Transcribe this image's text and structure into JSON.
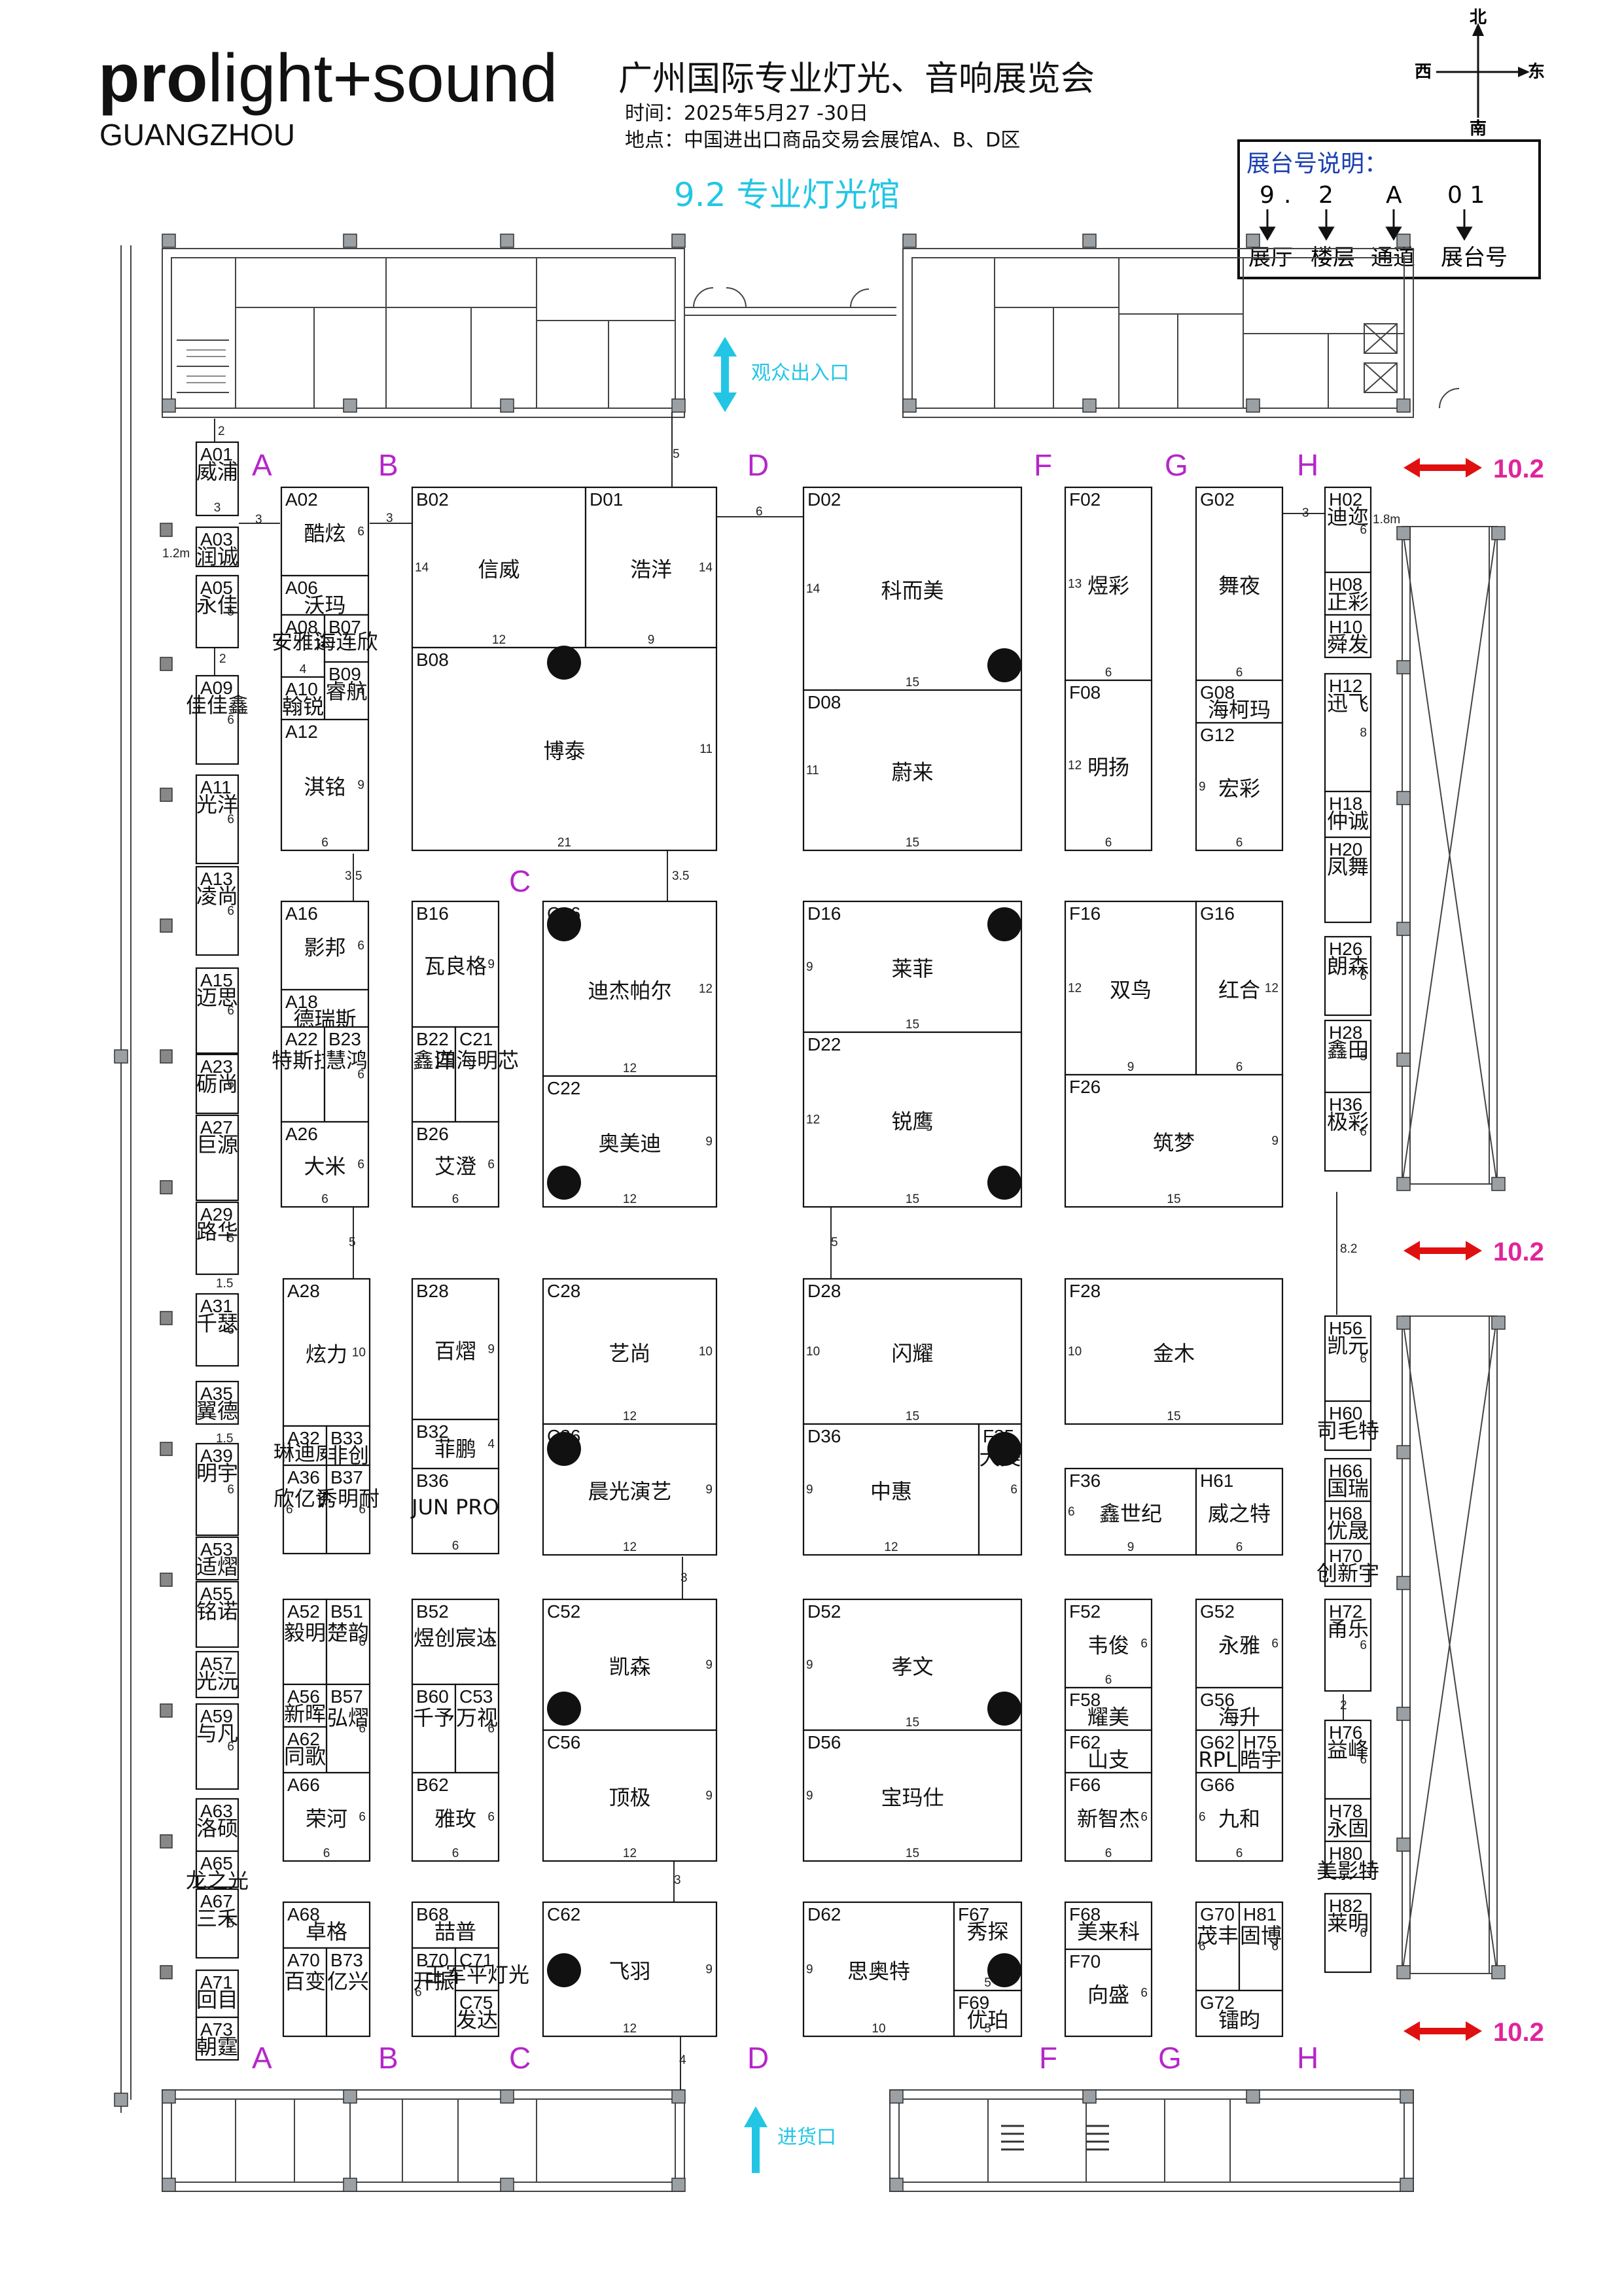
{
  "header": {
    "brand_bold": "pro",
    "brand_rest": "light+sound",
    "brand_city": "GUANGZHOU",
    "title": "广州国际专业灯光、音响展览会",
    "time_line": "时间：2025年5月27 -30日",
    "place_line": "地点：中国进出口商品交易会展馆A、B、D区"
  },
  "hall_title": "9.2 专业灯光馆",
  "compass": {
    "north": "北",
    "south": "南",
    "west": "西",
    "east": "东"
  },
  "legend": {
    "title": "展台号说明：",
    "codes": [
      "9",
      ".",
      "2",
      "A",
      "0 1"
    ],
    "labels": [
      "展厅",
      "楼层",
      "通道",
      "展台号"
    ]
  },
  "entrances": {
    "visitor": "观众出入口",
    "goods": "进货口"
  },
  "links": {
    "to_hall": "10.2"
  },
  "aisles": [
    "A",
    "B",
    "C",
    "D",
    "F",
    "G",
    "H"
  ],
  "colors": {
    "accent_cyan": "#22c6e4",
    "aisle_purple": "#b526c9",
    "link_magenta": "#e0249c",
    "arrow_red": "#e01010"
  },
  "booths": [
    {
      "id": "A01",
      "name": "威浦"
    },
    {
      "id": "A03",
      "name": "润诚"
    },
    {
      "id": "A05",
      "name": "永佳"
    },
    {
      "id": "A09",
      "name": "佳佳鑫"
    },
    {
      "id": "A11",
      "name": "光洋"
    },
    {
      "id": "A13",
      "name": "凌尚"
    },
    {
      "id": "A15",
      "name": "迈思"
    },
    {
      "id": "A23",
      "name": "砺尚"
    },
    {
      "id": "A27",
      "name": "巨源"
    },
    {
      "id": "A29",
      "name": "路华"
    },
    {
      "id": "A31",
      "name": "千瑟"
    },
    {
      "id": "A35",
      "name": "翼德"
    },
    {
      "id": "A39",
      "name": "明宇"
    },
    {
      "id": "A53",
      "name": "适熠"
    },
    {
      "id": "A55",
      "name": "铭诺"
    },
    {
      "id": "A57",
      "name": "光沅"
    },
    {
      "id": "A59",
      "name": "与凡"
    },
    {
      "id": "A63",
      "name": "洛硕"
    },
    {
      "id": "A65",
      "name": "龙之光"
    },
    {
      "id": "A67",
      "name": "三禾"
    },
    {
      "id": "A71",
      "name": "回目"
    },
    {
      "id": "A73",
      "name": "朝霆"
    },
    {
      "id": "A02",
      "name": "酷炫"
    },
    {
      "id": "A06",
      "name": "沃玛"
    },
    {
      "id": "A08",
      "name": "安雅达"
    },
    {
      "id": "B07",
      "name": "海连欣"
    },
    {
      "id": "A10",
      "name": "翰锐"
    },
    {
      "id": "B09",
      "name": "睿航"
    },
    {
      "id": "A12",
      "name": "淇铭"
    },
    {
      "id": "A16",
      "name": "影邦"
    },
    {
      "id": "A18",
      "name": "德瑞斯"
    },
    {
      "id": "A22",
      "name": "特斯拉"
    },
    {
      "id": "B23",
      "name": "慧鸿"
    },
    {
      "id": "A26",
      "name": "大米"
    },
    {
      "id": "A28",
      "name": "炫力"
    },
    {
      "id": "A32",
      "name": "琳迪威"
    },
    {
      "id": "B33",
      "name": "非创"
    },
    {
      "id": "A36",
      "name": "欣亿诚"
    },
    {
      "id": "B37",
      "name": "秀明耐"
    },
    {
      "id": "A52",
      "name": "毅明"
    },
    {
      "id": "B51",
      "name": "楚韵"
    },
    {
      "id": "A56",
      "name": "新晖"
    },
    {
      "id": "B57",
      "name": "弘熠"
    },
    {
      "id": "A62",
      "name": "同歌"
    },
    {
      "id": "A66",
      "name": "荣河"
    },
    {
      "id": "A68",
      "name": "卓格"
    },
    {
      "id": "A70",
      "name": "百变"
    },
    {
      "id": "B73",
      "name": "亿兴"
    },
    {
      "id": "B02",
      "name": "信威"
    },
    {
      "id": "D01",
      "name": "浩洋"
    },
    {
      "id": "B08",
      "name": "博泰"
    },
    {
      "id": "B16",
      "name": "瓦良格"
    },
    {
      "id": "B22",
      "name": "鑫洋"
    },
    {
      "id": "C21",
      "name": "四海明芯"
    },
    {
      "id": "B26",
      "name": "艾澄"
    },
    {
      "id": "B28",
      "name": "百熠"
    },
    {
      "id": "B32",
      "name": "菲鹏"
    },
    {
      "id": "B36",
      "name": "JUN PRO"
    },
    {
      "id": "B52",
      "name": "煜创宸达"
    },
    {
      "id": "B60",
      "name": "千予"
    },
    {
      "id": "C53",
      "name": "万视"
    },
    {
      "id": "B62",
      "name": "雅玫"
    },
    {
      "id": "B68",
      "name": "喆普"
    },
    {
      "id": "B70",
      "name": "开振"
    },
    {
      "id": "C71",
      "name": "王军平灯光"
    },
    {
      "id": "C75",
      "name": "发达"
    },
    {
      "id": "C16",
      "name": "迪杰帕尔"
    },
    {
      "id": "C22",
      "name": "奥美迪"
    },
    {
      "id": "C28",
      "name": "艺尚"
    },
    {
      "id": "C36",
      "name": "晨光演艺"
    },
    {
      "id": "C52",
      "name": "凯森"
    },
    {
      "id": "C56",
      "name": "顶极"
    },
    {
      "id": "C62",
      "name": "飞羽"
    },
    {
      "id": "D02",
      "name": "科而美"
    },
    {
      "id": "D08",
      "name": "蔚来"
    },
    {
      "id": "D16",
      "name": "莱菲"
    },
    {
      "id": "D22",
      "name": "锐鹰"
    },
    {
      "id": "D28",
      "name": "闪耀"
    },
    {
      "id": "D36",
      "name": "中惠"
    },
    {
      "id": "F35",
      "name": "大美"
    },
    {
      "id": "D52",
      "name": "孝文"
    },
    {
      "id": "D56",
      "name": "宝玛仕"
    },
    {
      "id": "D62",
      "name": "思奥特"
    },
    {
      "id": "F67",
      "name": "秀探"
    },
    {
      "id": "F69",
      "name": "优珀"
    },
    {
      "id": "F02",
      "name": "煜彩"
    },
    {
      "id": "F08",
      "name": "明扬"
    },
    {
      "id": "G02",
      "name": "舞夜"
    },
    {
      "id": "G08",
      "name": "海柯玛"
    },
    {
      "id": "G12",
      "name": "宏彩"
    },
    {
      "id": "F16",
      "name": "双鸟"
    },
    {
      "id": "G16",
      "name": "红合"
    },
    {
      "id": "F26",
      "name": "筑梦"
    },
    {
      "id": "F28",
      "name": "金木"
    },
    {
      "id": "F36",
      "name": "鑫世纪"
    },
    {
      "id": "H61",
      "name": "威之特"
    },
    {
      "id": "F52",
      "name": "韦俊"
    },
    {
      "id": "F58",
      "name": "耀美"
    },
    {
      "id": "F62",
      "name": "山支"
    },
    {
      "id": "F66",
      "name": "新智杰"
    },
    {
      "id": "G52",
      "name": "永雅"
    },
    {
      "id": "G56",
      "name": "海升"
    },
    {
      "id": "G62",
      "name": "RPL"
    },
    {
      "id": "H75",
      "name": "晧宇"
    },
    {
      "id": "G66",
      "name": "九和"
    },
    {
      "id": "F68",
      "name": "美来科"
    },
    {
      "id": "F70",
      "name": "向盛"
    },
    {
      "id": "G70",
      "name": "茂丰"
    },
    {
      "id": "H81",
      "name": "固博"
    },
    {
      "id": "G72",
      "name": "镭昀"
    },
    {
      "id": "H02",
      "name": "迪迩"
    },
    {
      "id": "H08",
      "name": "正彩"
    },
    {
      "id": "H10",
      "name": "舜发"
    },
    {
      "id": "H12",
      "name": "迅飞"
    },
    {
      "id": "H18",
      "name": "仲诚"
    },
    {
      "id": "H20",
      "name": "凤舞"
    },
    {
      "id": "H26",
      "name": "朗森"
    },
    {
      "id": "H28",
      "name": "鑫田"
    },
    {
      "id": "H36",
      "name": "极彩"
    },
    {
      "id": "H56",
      "name": "凯元"
    },
    {
      "id": "H60",
      "name": "司毛特"
    },
    {
      "id": "H66",
      "name": "国瑞"
    },
    {
      "id": "H68",
      "name": "优晟"
    },
    {
      "id": "H70",
      "name": "创新宇"
    },
    {
      "id": "H72",
      "name": "甬乐"
    },
    {
      "id": "H76",
      "name": "益峰"
    },
    {
      "id": "H78",
      "name": "永固"
    },
    {
      "id": "H80",
      "name": "美影特"
    },
    {
      "id": "H82",
      "name": "莱明"
    }
  ],
  "dims": {
    "d_A01": "3",
    "d_A05": "5",
    "d_A09": "6",
    "d_A11": "6",
    "d_A13": "6",
    "d_A15": "6",
    "d_A23": "6",
    "d_A29": "5",
    "d_A31": "6",
    "d_A39": "6",
    "d_A59": "6",
    "d_A67": "5",
    "d_A02": "6",
    "d_A08": "4",
    "d_B09": "4",
    "d_A12r": "9",
    "d_A12b": "6",
    "d_A16": "6",
    "d_B23": "6",
    "d_A26r": "6",
    "d_A26b": "6",
    "d_A28": "10",
    "d_B37": "6",
    "d_A36": "6",
    "d_B51": "6",
    "d_B57": "6",
    "d_A66r": "6",
    "d_A66b": "6",
    "d_B02l": "14",
    "d_B02b": "12",
    "d_D01b": "9",
    "d_D01r": "14",
    "d_B08r": "11",
    "d_B08b": "21",
    "d_B16": "9",
    "d_B26r": "6",
    "d_B26b": "6",
    "d_B28": "9",
    "d_B32": "4",
    "d_B36": "6",
    "d_B52": "6",
    "d_C53": "6",
    "d_B62r": "6",
    "d_B62b": "6",
    "d_B70": "6",
    "d_C16r": "12",
    "d_C16b": "12",
    "d_C22r": "9",
    "d_C22b": "12",
    "d_C28r": "10",
    "d_C28b": "12",
    "d_C36r": "9",
    "d_C36b": "12",
    "d_C52": "9",
    "d_C56r": "9",
    "d_C56b": "12",
    "d_C62r": "9",
    "d_C62b": "12",
    "d_D02l": "14",
    "d_D02b": "15",
    "d_D08l": "11",
    "d_D08b": "15",
    "d_D16l": "9",
    "d_D16b": "15",
    "d_D22l": "12",
    "d_D22b": "15",
    "d_D28l": "10",
    "d_D28b": "15",
    "d_D36l": "9",
    "d_D36b": "12",
    "d_F35": "6",
    "d_D52l": "9",
    "d_D52b": "15",
    "d_D56l": "9",
    "d_D56b": "15",
    "d_D62l": "9",
    "d_D62b": "10",
    "d_F67": "5",
    "d_F69": "5",
    "d_F02l": "13",
    "d_F02b": "6",
    "d_F08l": "12",
    "d_F08b": "6",
    "d_G02b": "6",
    "d_G12l": "9",
    "d_G12b": "6",
    "d_F16l": "12",
    "d_F16b": "9",
    "d_G16r": "12",
    "d_G16b": "6",
    "d_F26r": "9",
    "d_F26b": "15",
    "d_F28l": "10",
    "d_F28b": "15",
    "d_F36l": "6",
    "d_F36b": "9",
    "d_H61b": "6",
    "d_F52r": "6",
    "d_F52b": "6",
    "d_F66r": "6",
    "d_F66b": "6",
    "d_G52r": "6",
    "d_G66l": "6",
    "d_G66b": "6",
    "d_F70": "6",
    "d_G70": "6",
    "d_H81": "6",
    "d_H02": "6",
    "d_H12": "8",
    "d_H26": "6",
    "d_H28": "5",
    "d_H36": "6",
    "d_H56": "6",
    "d_H72": "6",
    "d_H76": "6",
    "d_H82": "6"
  },
  "gaps": {
    "g1": "2",
    "g2": "3",
    "g3": "3",
    "g4": "5",
    "g5": "6",
    "g6": "3",
    "g7": "3.5",
    "g8": "3.5",
    "g9": "5",
    "g10": "5",
    "g11": "8.2",
    "g12": "3",
    "g13": "3",
    "g14": "4",
    "g15": "2",
    "g16": "2",
    "g17": "1.2m",
    "g18": "1.8m",
    "g19": "1.5",
    "g20": "1.5"
  }
}
